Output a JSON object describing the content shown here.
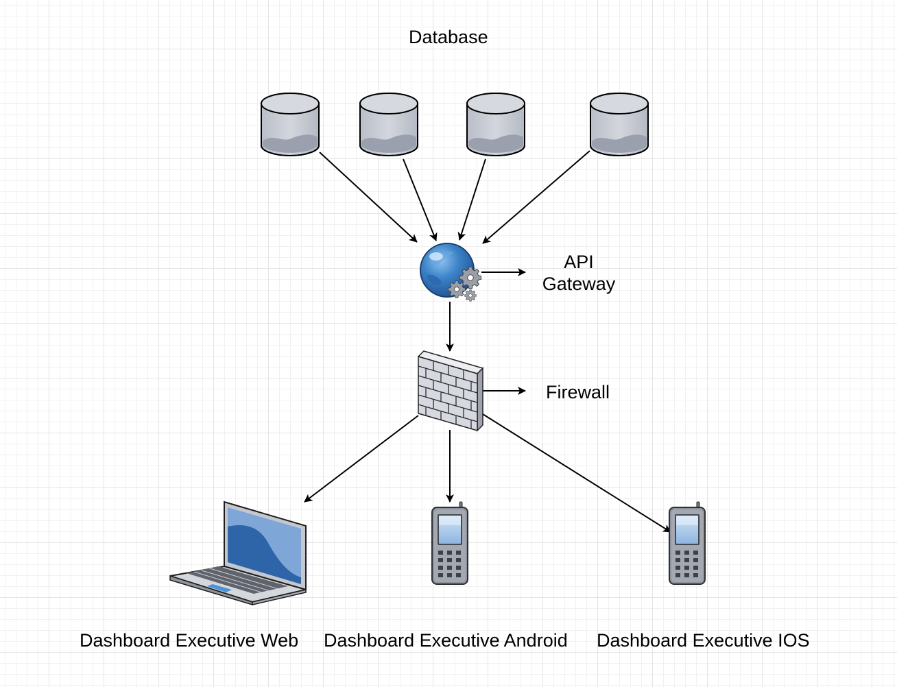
{
  "labels": {
    "database": "Database",
    "api_gateway_line1": "API",
    "api_gateway_line2": "Gateway",
    "firewall": "Firewall",
    "web": "Dashboard Executive Web",
    "android": "Dashboard Executive Android",
    "ios": "Dashboard Executive IOS"
  },
  "nodes": [
    {
      "id": "db1",
      "type": "database-icon"
    },
    {
      "id": "db2",
      "type": "database-icon"
    },
    {
      "id": "db3",
      "type": "database-icon"
    },
    {
      "id": "db4",
      "type": "database-icon"
    },
    {
      "id": "gateway",
      "type": "globe-gears-icon"
    },
    {
      "id": "firewall",
      "type": "brick-wall-icon"
    },
    {
      "id": "laptop",
      "type": "laptop-icon"
    },
    {
      "id": "android-phone",
      "type": "mobile-phone-icon"
    },
    {
      "id": "ios-phone",
      "type": "mobile-phone-icon"
    }
  ],
  "edges": [
    {
      "from": "db1",
      "to": "gateway"
    },
    {
      "from": "db2",
      "to": "gateway"
    },
    {
      "from": "db3",
      "to": "gateway"
    },
    {
      "from": "db4",
      "to": "gateway"
    },
    {
      "from": "gateway",
      "to": "api-gateway-label"
    },
    {
      "from": "gateway",
      "to": "firewall"
    },
    {
      "from": "firewall",
      "to": "firewall-label"
    },
    {
      "from": "firewall",
      "to": "laptop"
    },
    {
      "from": "firewall",
      "to": "android-phone"
    },
    {
      "from": "firewall",
      "to": "ios-phone"
    }
  ],
  "colors": {
    "db_body": "#c9cdd6",
    "db_liquid": "#9aa0ad",
    "globe": "#2f6fb5",
    "gear": "#8f939b",
    "brick": "#d7d9e0",
    "screen": "#2e64a8",
    "phone_body": "#8e939c",
    "phone_screen": "#a9c8ea"
  }
}
